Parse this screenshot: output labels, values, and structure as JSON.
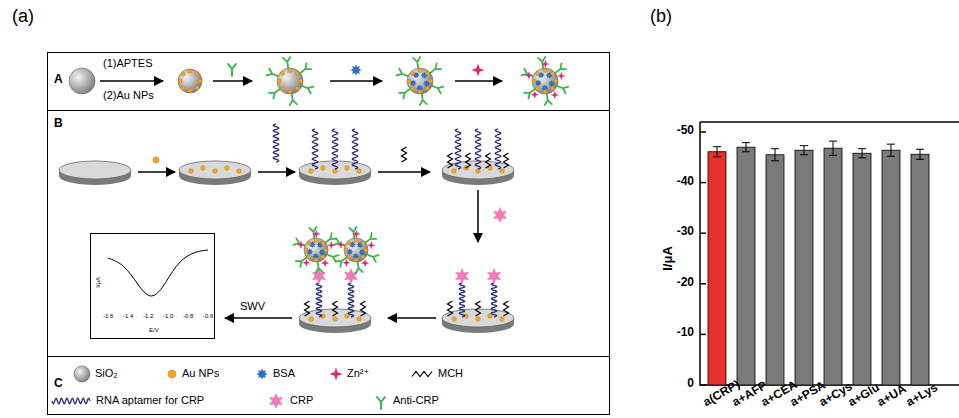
{
  "diagram": {
    "nodes": [
      {
        "text": [
          "A",
          "(1)APTES",
          "(2)Au NPs"
        ]
      },
      {
        "text": [
          "B"
        ]
      },
      {
        "text": [
          "I/μA",
          "E/V"
        ],
        "in": 1
      },
      {
        "text": [
          "C"
        ]
      }
    ],
    "labels": [
      "(a)",
      "(b)",
      "SWV",
      "-1.6",
      "-1.4",
      "-1.2",
      "-1.0",
      "-0.8",
      "-0.6",
      "I/μA",
      "-50",
      "-40",
      "-30",
      "-20",
      "-10",
      "0",
      "a(CRP)",
      "a+AFP",
      "a+CEA",
      "a+PSA",
      "a+Cys",
      "a+Glu",
      "a+UA",
      "a+Lys"
    ],
    "legend": [
      {
        "text": "SiO₂"
      },
      {
        "text": "Au NPs"
      },
      {
        "text": "BSA"
      },
      {
        "text": "Zn²⁺"
      },
      {
        "text": "MCH"
      },
      {
        "text": "RNA aptamer for CRP"
      },
      {
        "text": "CRP"
      },
      {
        "text": "Anti-CRP"
      }
    ]
  }
}
